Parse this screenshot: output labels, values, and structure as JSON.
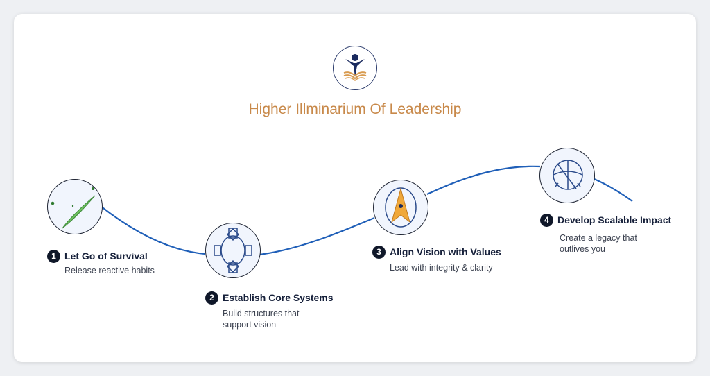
{
  "header": {
    "title": "Higher Illminarium Of Leadership"
  },
  "colors": {
    "accent": "#c8894a",
    "path": "#1f5fb8",
    "navy": "#0f1729"
  },
  "steps": [
    {
      "number": "1",
      "title": "Let Go of Survival",
      "description": "Release reactive habits",
      "icon": "leaf-icon"
    },
    {
      "number": "2",
      "title": "Establish Core Systems",
      "description": "Build structures that support vision",
      "icon": "structure-icon"
    },
    {
      "number": "3",
      "title": "Align Vision with Values",
      "description": "Lead with integrity & clarity",
      "icon": "compass-icon"
    },
    {
      "number": "4",
      "title": "Develop Scalable Impact",
      "description": "Create a legacy that outlives you",
      "icon": "globe-icon"
    }
  ]
}
